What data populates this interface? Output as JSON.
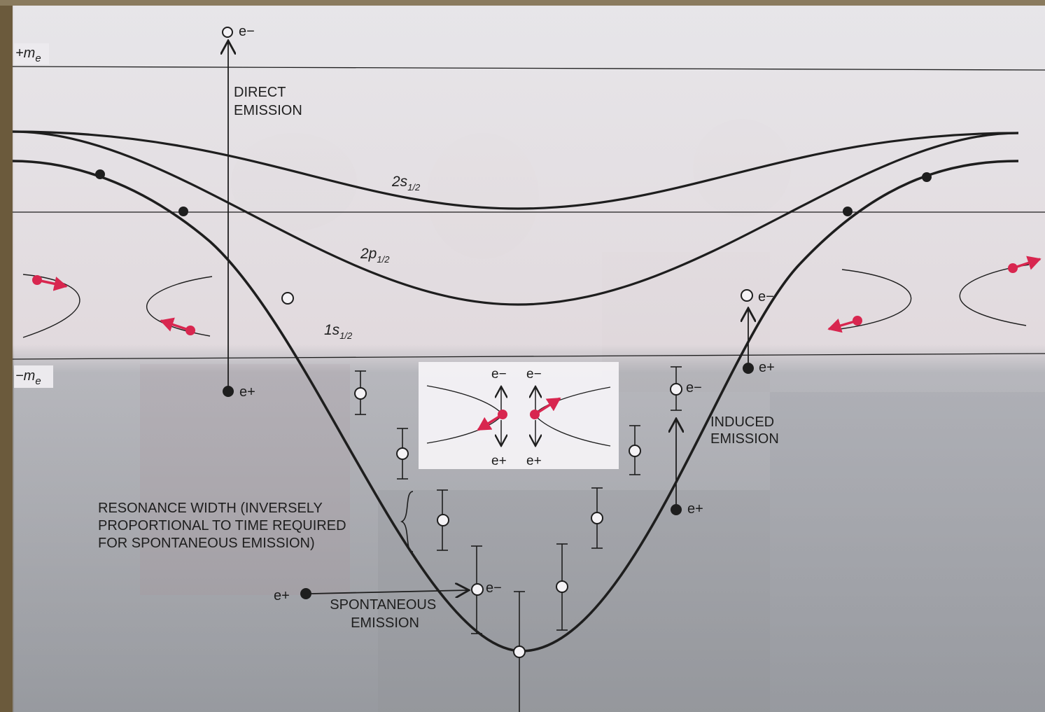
{
  "axis": {
    "upper_label": "+m",
    "upper_sub": "e",
    "lower_label": "−m",
    "lower_sub": "e"
  },
  "levels": {
    "s2": {
      "main": "2s",
      "sub": "1/2"
    },
    "p2": {
      "main": "2p",
      "sub": "1/2"
    },
    "s1": {
      "main": "1s",
      "sub": "1/2"
    }
  },
  "particles": {
    "electron": "e−",
    "positron": "e+"
  },
  "annotations": {
    "direct_emission": [
      "DIRECT",
      "EMISSION"
    ],
    "induced_emission": [
      "INDUCED",
      "EMISSION"
    ],
    "spontaneous_emission": [
      "SPONTANEOUS",
      "EMISSION"
    ],
    "resonance_width": [
      "RESONANCE WIDTH (INVERSELY",
      "PROPORTIONAL TO TIME REQUIRED",
      "FOR SPONTANEOUS EMISSION)"
    ]
  },
  "colors": {
    "panel": "#e6e4e9",
    "line": "#1e1e1e",
    "accent": "#d8264f",
    "inset": "#f4f2f5"
  }
}
